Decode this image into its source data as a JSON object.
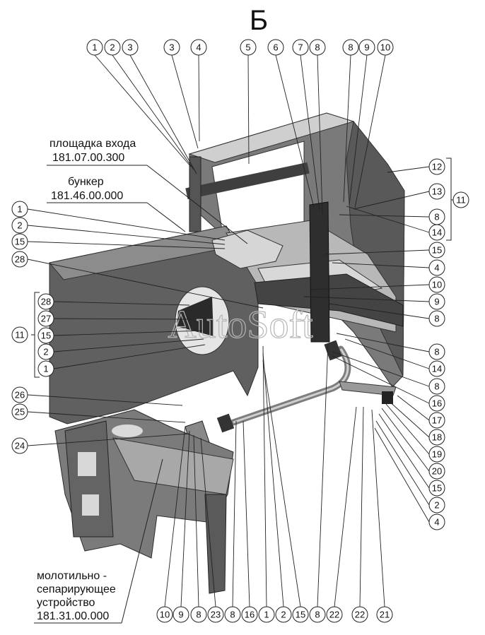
{
  "title": "Б",
  "watermark": "AutoSoft",
  "assembly_labels": {
    "platform_name": "площадка входа",
    "platform_code": "181.07.00.300",
    "hopper_name": "бункер",
    "hopper_code": "181.46.00.000",
    "thresher_line1": "молотильно -",
    "thresher_line2": "сепарирующее",
    "thresher_line3": "устройство",
    "thresher_code": "181.31.00.000"
  },
  "callouts": {
    "top": [
      "1",
      "2",
      "3",
      "3",
      "4",
      "5",
      "6",
      "7",
      "8",
      "8",
      "9",
      "10"
    ],
    "right": [
      "12",
      "13",
      "8",
      "14",
      "15",
      "4",
      "10",
      "9",
      "8",
      "8",
      "14",
      "8",
      "16",
      "17",
      "18",
      "19",
      "20",
      "15",
      "2",
      "4"
    ],
    "right_group": "11",
    "left": [
      "1",
      "2",
      "15",
      "28",
      "26",
      "25",
      "24"
    ],
    "left_group_items": [
      "28",
      "27",
      "15",
      "2",
      "1"
    ],
    "left_group": "11",
    "bottom": [
      "10",
      "9",
      "8",
      "23",
      "8",
      "16",
      "1",
      "2",
      "15",
      "8",
      "22",
      "22",
      "21"
    ]
  },
  "colors": {
    "dark_panel": "#5e5e5e",
    "mid_panel": "#8a8a8a",
    "light_panel": "#c9c9c9",
    "edge": "#3a3a3a",
    "line": "#222222"
  }
}
